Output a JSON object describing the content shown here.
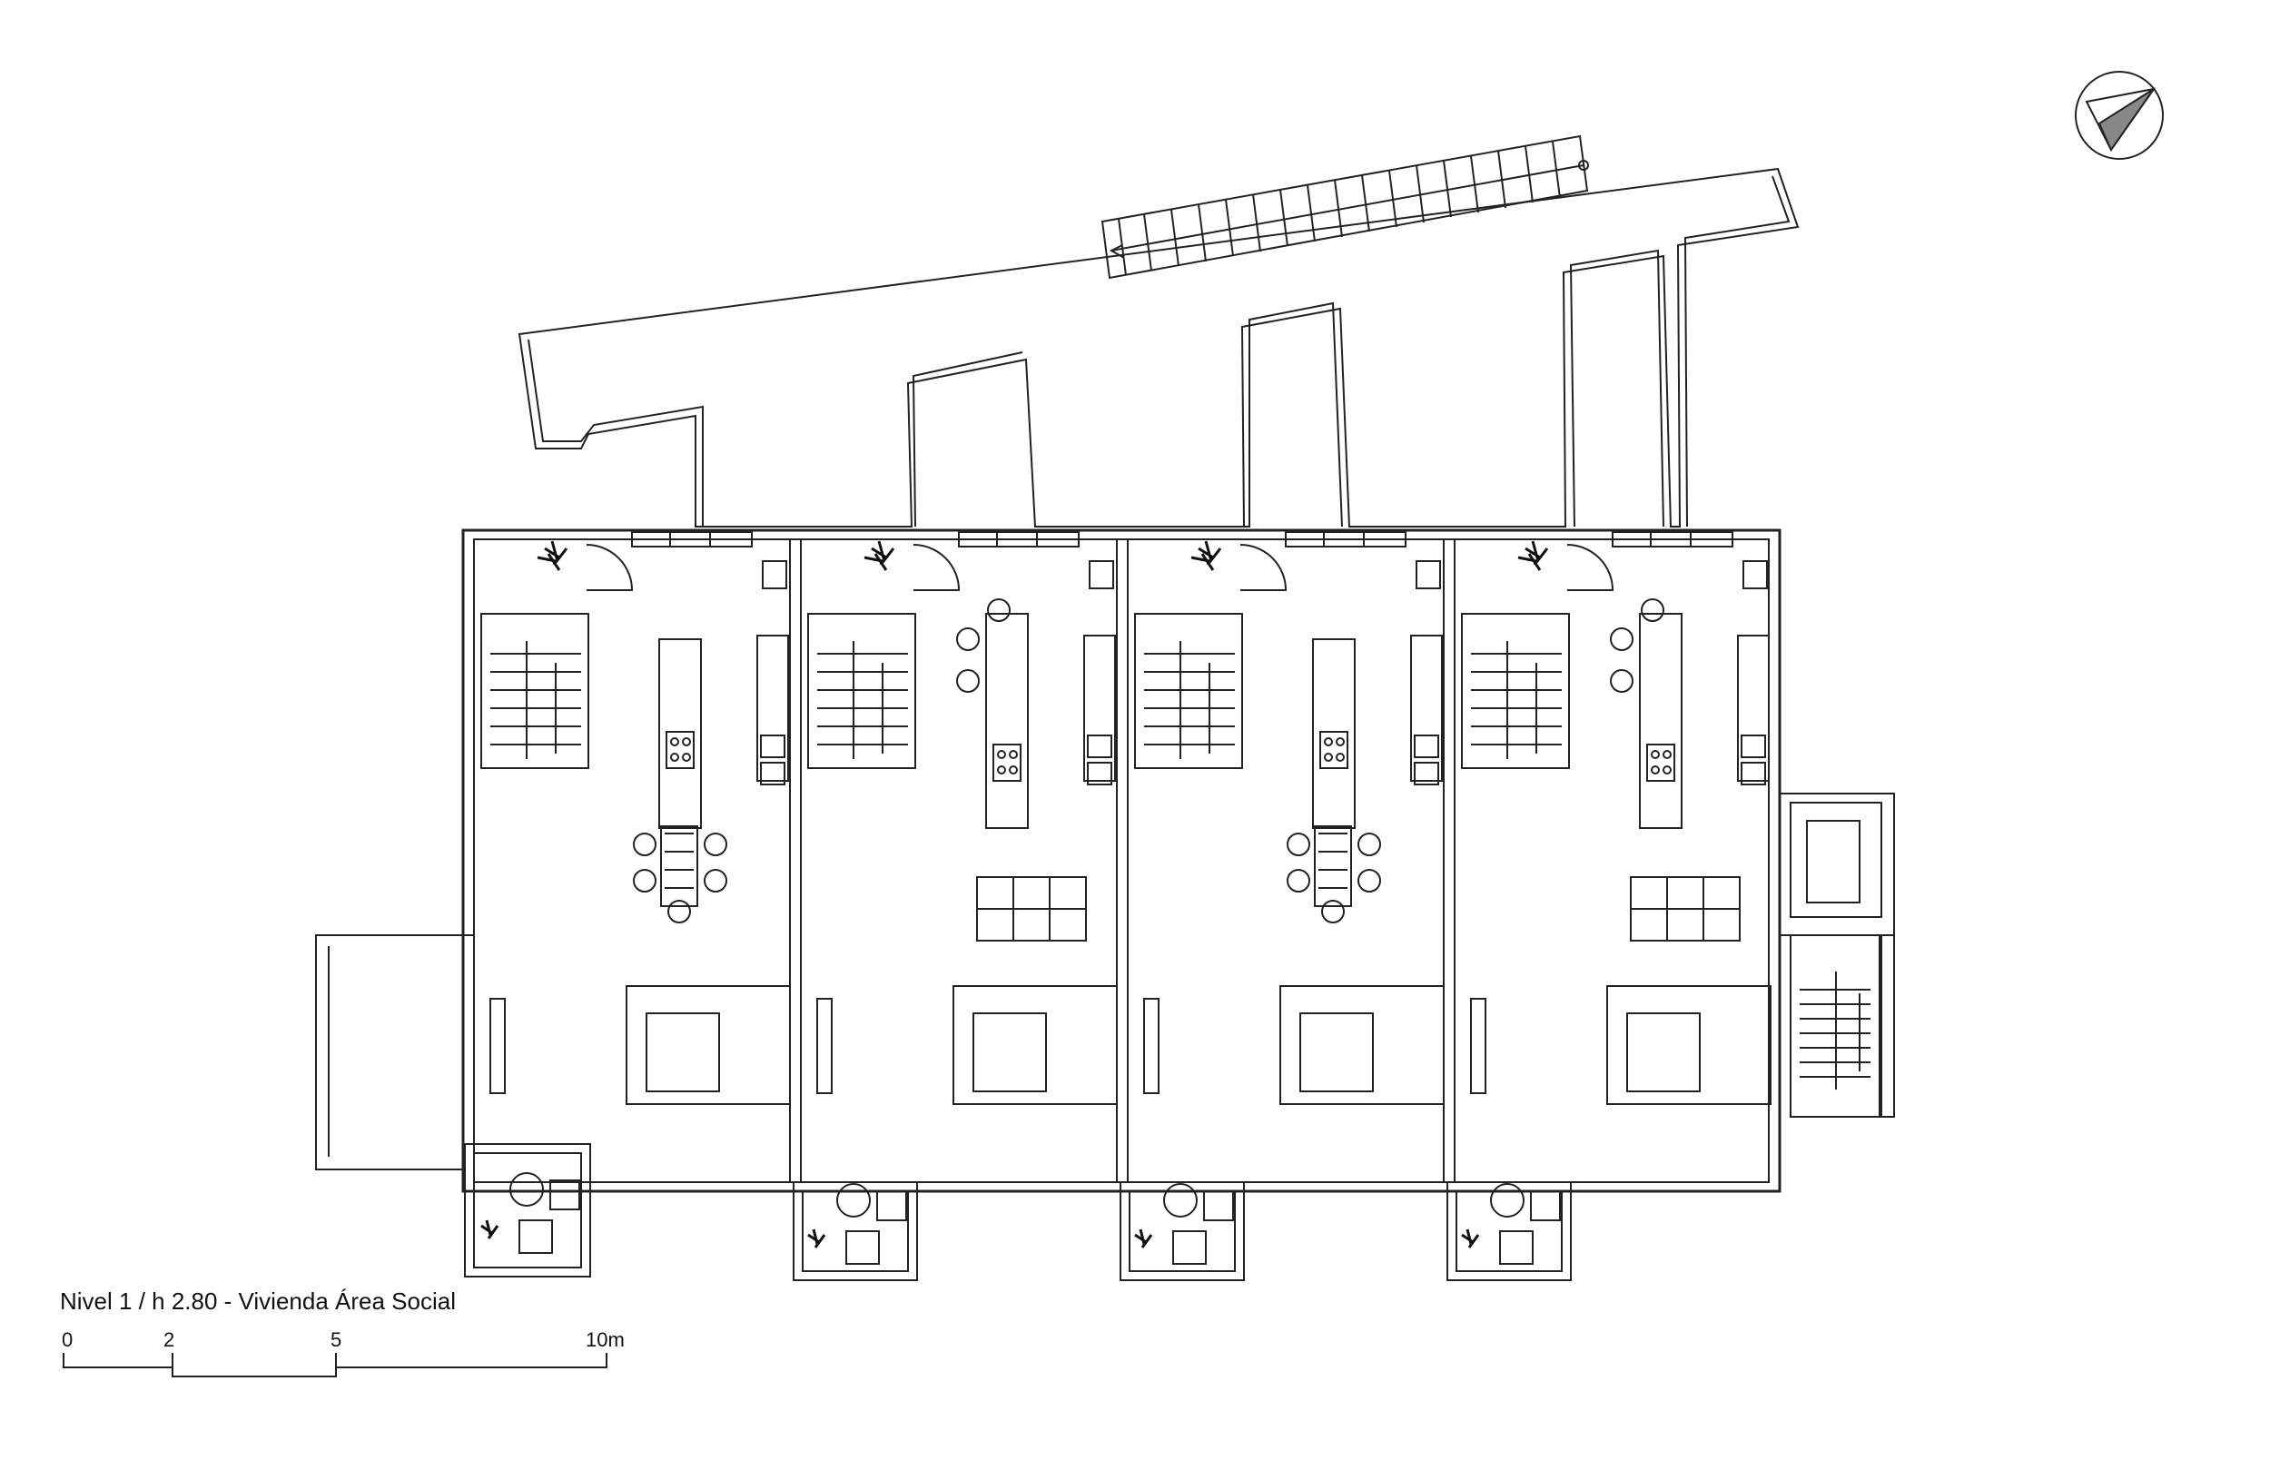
{
  "caption": "Nivel 1 / h 2.80 - Vivienda Área Social",
  "scale": {
    "ticks": [
      "0",
      "2",
      "5",
      "10m"
    ]
  },
  "plan": {
    "units": 4,
    "north_arrow": "north-arrow-icon"
  }
}
